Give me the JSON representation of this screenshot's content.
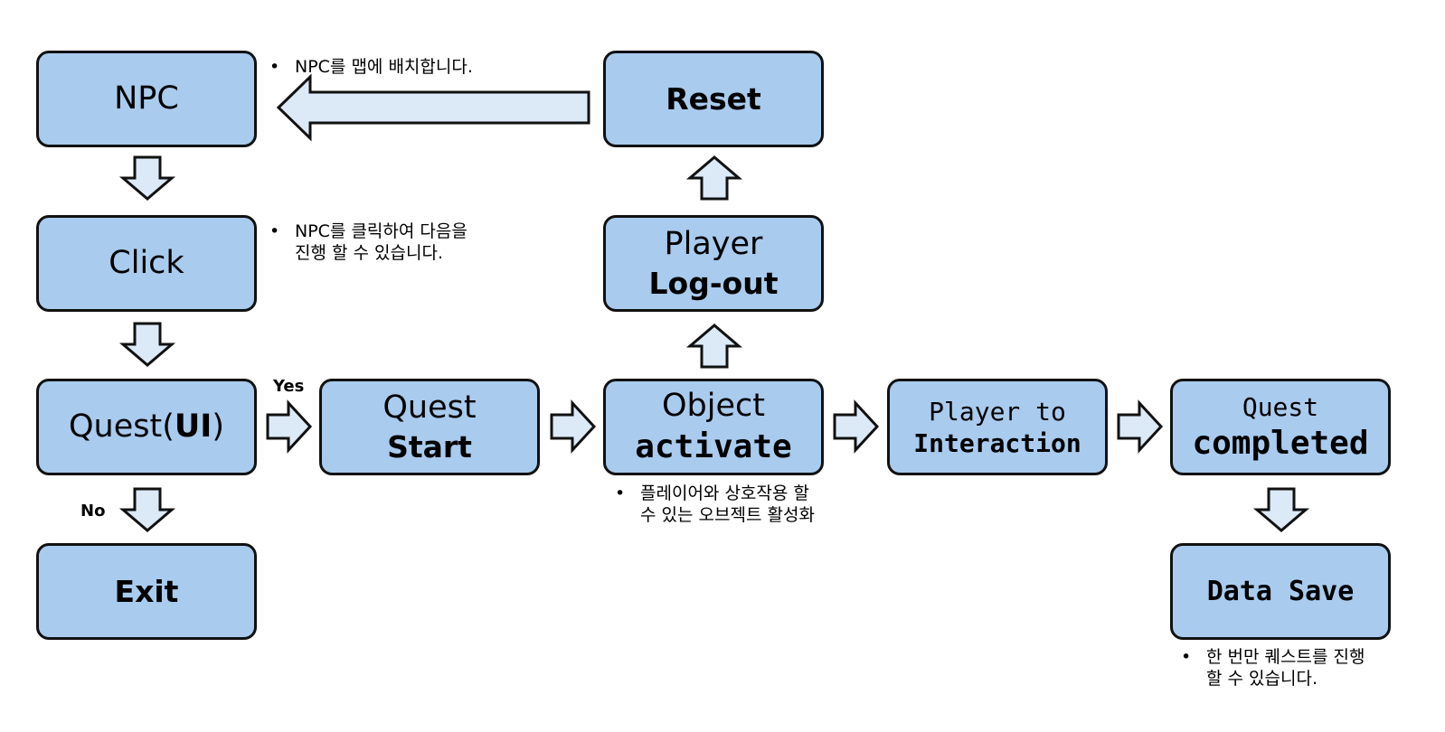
{
  "nodes": {
    "npc": {
      "line1": "NPC"
    },
    "click": {
      "line1": "Click"
    },
    "quest_ui": {
      "prefix": "Quest(",
      "bold": "UI",
      "suffix": ")"
    },
    "exit": {
      "line1": "Exit"
    },
    "quest_start": {
      "line1": "Quest",
      "line2": "Start"
    },
    "object_activate": {
      "line1": "Object",
      "line2": "activate"
    },
    "player_logout": {
      "line1": "Player",
      "line2": "Log-out"
    },
    "reset": {
      "line1": "Reset"
    },
    "player_interaction": {
      "line1": "Player to",
      "line2": "Interaction"
    },
    "quest_completed": {
      "line1": "Quest",
      "line2": "completed"
    },
    "data_save": {
      "line1": "Data Save"
    }
  },
  "edge_labels": {
    "yes": "Yes",
    "no": "No"
  },
  "notes": {
    "npc": {
      "bullet": "•",
      "lines": [
        "NPC를 맵에 배치합니다."
      ]
    },
    "click": {
      "bullet": "•",
      "lines": [
        "NPC를 클릭하여 다음을",
        "진행 할 수 있습니다."
      ]
    },
    "object": {
      "bullet": "•",
      "lines": [
        "플레이어와 상호작용 할",
        "수 있는 오브젝트 활성화"
      ]
    },
    "data_save": {
      "bullet": "•",
      "lines": [
        "한 번만 퀘스트를 진행",
        "할 수 있습니다."
      ]
    }
  },
  "colors": {
    "box_fill": "#a9cbee",
    "box_border": "#111111",
    "arrow_fill": "#dce9f7",
    "arrow_stroke": "#111111"
  }
}
